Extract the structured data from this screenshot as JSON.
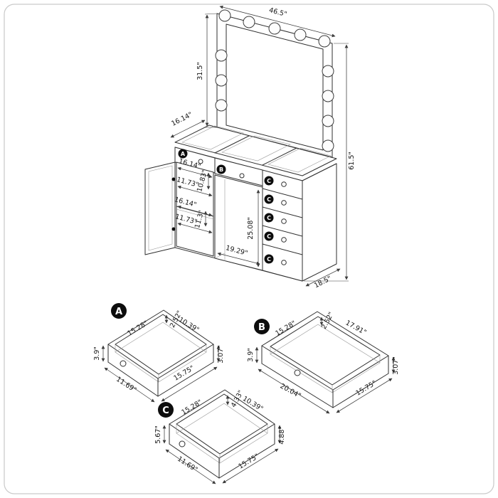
{
  "vanity": {
    "dims": {
      "mirror_width": "46.5\"",
      "mirror_height": "31.5\"",
      "overall_height": "61.5\"",
      "top_depth": "16.14\"",
      "base_depth": "18.5\"",
      "upper_cubby_width": "16.14\"",
      "upper_cubby_height": "10.83\"",
      "upper_cubby_depth": "11.73\"",
      "lower_cubby_width": "16.14\"",
      "lower_cubby_height": "11.3\"",
      "lower_cubby_depth": "11.73\"",
      "knee_opening_width": "19.29\"",
      "drawer_bank_height": "25.08\""
    },
    "markers": {
      "left_drawer": "A",
      "center_drawer": "B",
      "bank_drawers": [
        "C",
        "C",
        "C",
        "C",
        "C"
      ]
    }
  },
  "drawers": [
    {
      "label": "A",
      "interior_width": "15.28\"",
      "interior_depth": "10.39\"",
      "rim_height": "2.52\"",
      "front_height": "3.9\"",
      "side_height": "3.07\"",
      "overall_width": "15.75\"",
      "overall_depth": "11.69\""
    },
    {
      "label": "B",
      "interior_width": "15.28\"",
      "interior_depth": "17.91\"",
      "rim_height": "2.52\"",
      "front_height": "3.9\"",
      "side_height": "3.07\"",
      "overall_width": "15.75\"",
      "overall_depth": "20.04\""
    },
    {
      "label": "C",
      "interior_width": "15.28\"",
      "interior_depth": "10.39\"",
      "rim_height": "4.33\"",
      "front_height": "5.67\"",
      "side_height": "4.88\"",
      "overall_width": "15.75\"",
      "overall_depth": "11.69\""
    }
  ]
}
